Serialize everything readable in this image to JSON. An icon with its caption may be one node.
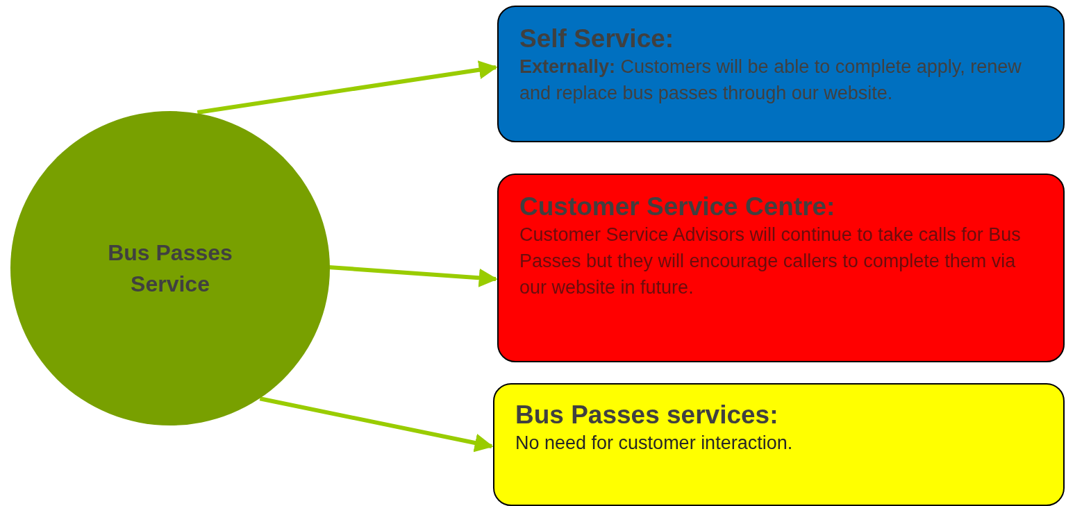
{
  "diagram": {
    "nodes": [
      {
        "text": [
          "Bus Passes Service"
        ]
      },
      {
        "text": [
          "Self Service:",
          "**Externally:** Customers will be able to complete apply, renew and replace bus passes through our website."
        ]
      },
      {
        "text": [
          "Customer Service Centre:",
          "Customer Service Advisors will continue to take calls for Bus Passes but they will encourage callers to complete them via our website in future."
        ]
      },
      {
        "text": [
          "Bus Passes services:",
          "No need for customer interaction."
        ]
      }
    ],
    "edges": [
      {
        "from": 0,
        "to": 1,
        "arrow": "to"
      },
      {
        "from": 0,
        "to": 2,
        "arrow": "to"
      },
      {
        "from": 0,
        "to": 3,
        "arrow": "to"
      }
    ]
  }
}
